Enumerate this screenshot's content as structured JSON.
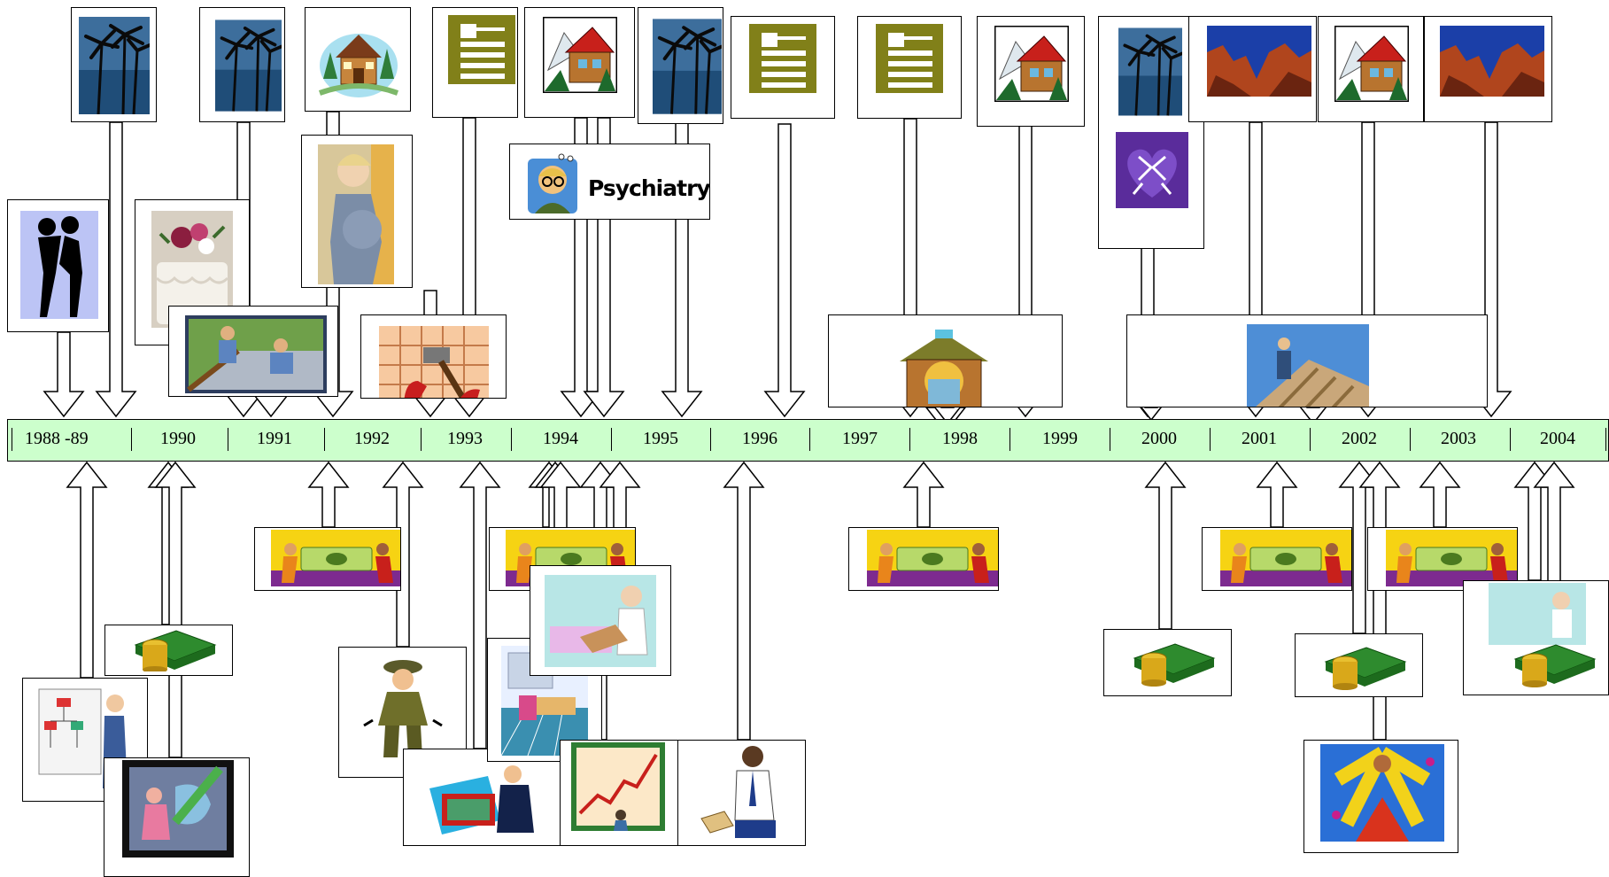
{
  "timeline": {
    "years": [
      "1988 -89",
      "1990",
      "1991",
      "1992",
      "1993",
      "1994",
      "1995",
      "1996",
      "1997",
      "1998",
      "1999",
      "2000",
      "2001",
      "2002",
      "2003",
      "2004"
    ],
    "band_color": "#ccffcc"
  },
  "callouts": {
    "psychiatry_label": "Psychiatry"
  },
  "icons": {
    "palm": "palm-tree-night-icon",
    "cabin": "cabin-house-icon",
    "apartment": "apartment-building-icon",
    "chalet": "chalet-house-icon",
    "canyon": "red-canyon-icon",
    "toast": "champagne-toast-icon",
    "dancers": "dancing-couple-icon",
    "cake": "wedding-cake-icon",
    "pregnant": "pregnant-woman-icon",
    "roofers": "roof-workers-icon",
    "tiler": "tile-hammer-icon",
    "handyman": "house-repair-icon",
    "builder": "roof-builder-photo-icon",
    "money_carry": "money-carriers-icon",
    "cash": "cash-stack-icon",
    "presenter": "presenter-chart-icon",
    "pushing": "pushing-worker-icon",
    "empty_pockets": "empty-pockets-man-icon",
    "briefcase": "open-briefcase-icon",
    "office": "office-interior-icon",
    "desk_lady": "desk-worker-icon",
    "growth": "growth-chart-icon",
    "phone_man": "phone-businessman-icon",
    "celebrate": "celebrating-man-icon"
  }
}
